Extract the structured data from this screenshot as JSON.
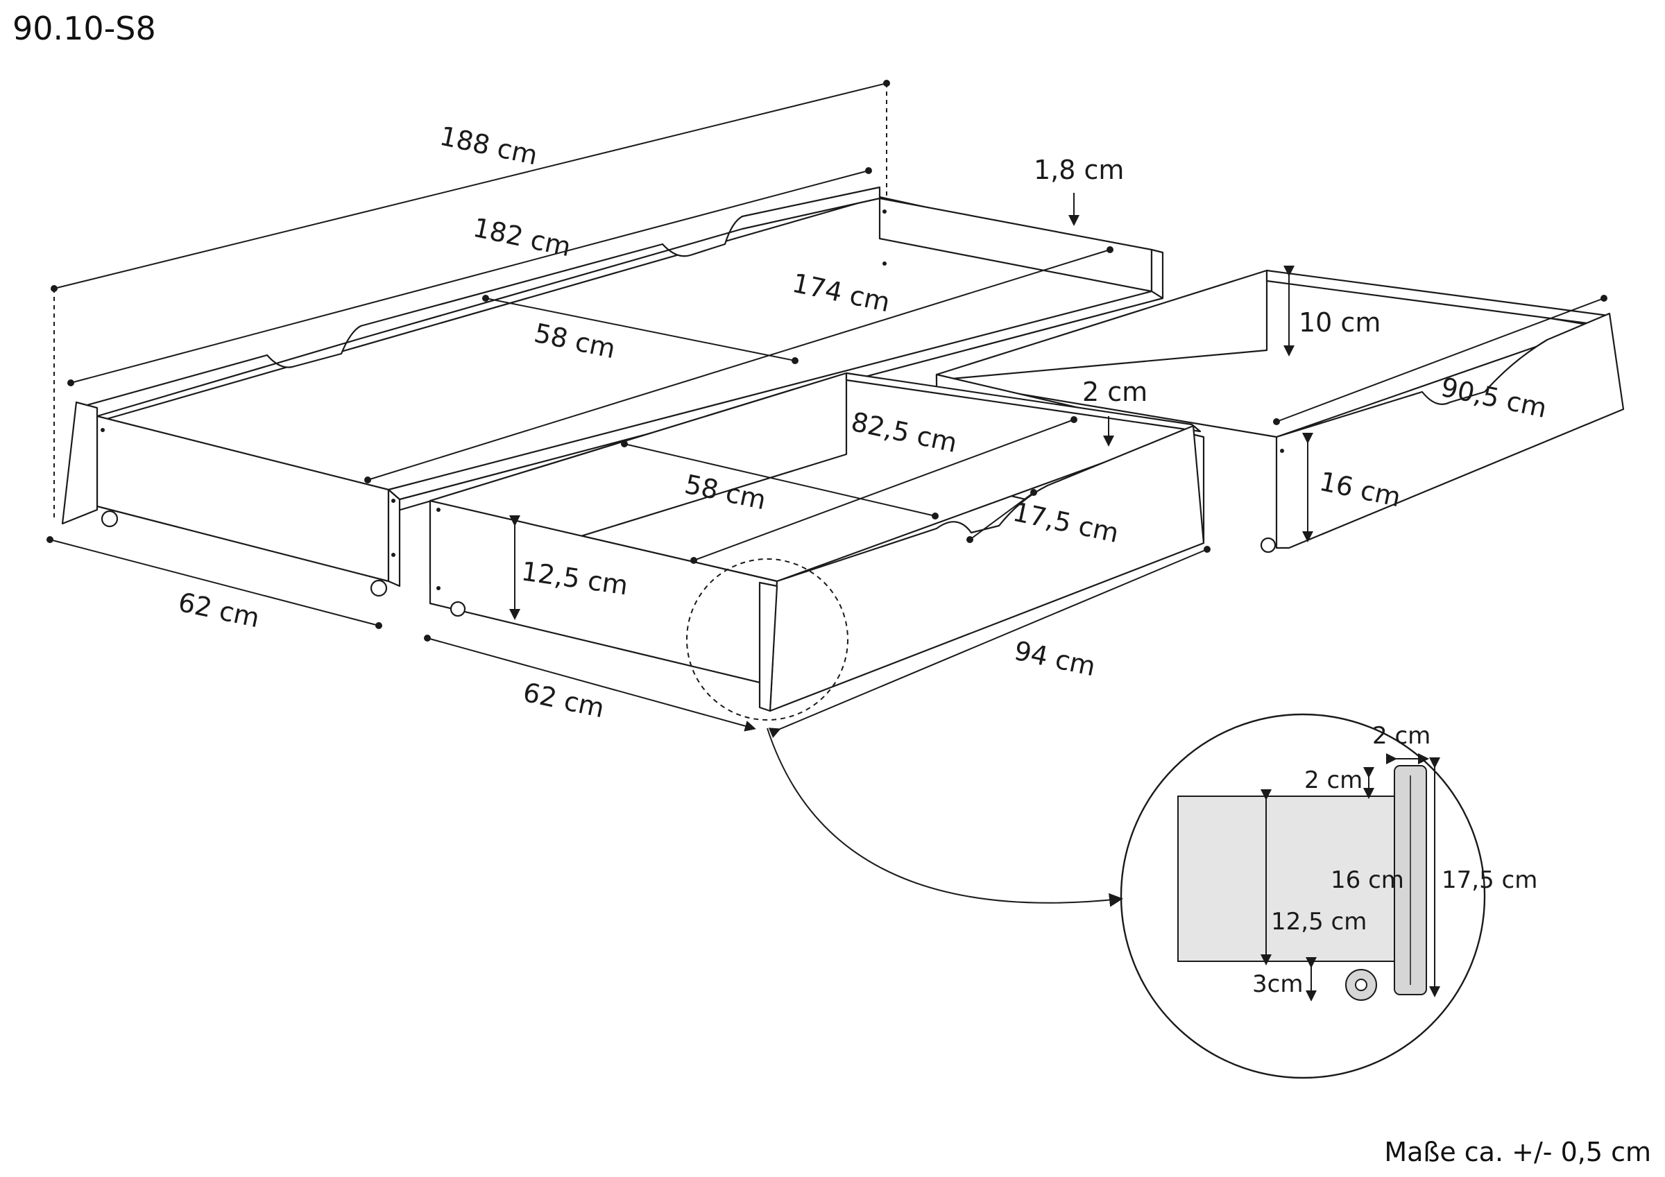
{
  "header": {
    "model_code": "90.10-S8"
  },
  "footer": {
    "tolerance_note": "Maße ca. +/- 0,5 cm"
  },
  "labels": {
    "outer_length": "188 cm",
    "inner_length": "182 cm",
    "side_thickness": "1,8 cm",
    "inner_length_174": "174 cm",
    "inner_depth_58_long": "58 cm",
    "width_62_long": "62 cm",
    "depth_10": "10 cm",
    "board_2": "2 cm",
    "length_90_5": "90,5 cm",
    "height_16": "16 cm",
    "length_82_5": "82,5 cm",
    "inner_depth_58_short": "58 cm",
    "height_17_5": "17,5 cm",
    "height_12_5": "12,5 cm",
    "width_62_short": "62 cm",
    "length_94": "94 cm"
  },
  "detail": {
    "board_thickness": "2 cm",
    "top_gap": "2 cm",
    "inner_height": "16 cm",
    "total_height": "17,5 cm",
    "side_height": "12,5 cm",
    "wheel_gap": "3cm"
  },
  "colors": {
    "line": "#1a1a1a",
    "fill": "#ffffff",
    "panel_fill": "#e5e5e5",
    "edge_fill": "#d6d6d6"
  }
}
